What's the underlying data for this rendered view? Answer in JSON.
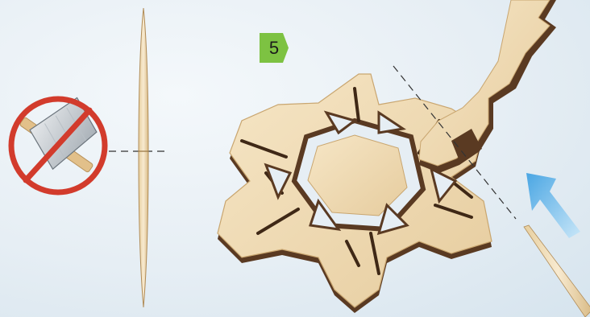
{
  "step": {
    "number": "5",
    "badge_color": "#7dc242"
  },
  "colors": {
    "background": "#e6eef4",
    "wood_light": "#f1dcb6",
    "wood_edge": "#5a3a22",
    "prohibit_red": "#d23b2c",
    "arrow_blue": "#5fb3e6"
  },
  "icons": [
    "no-knife-icon",
    "toothpick-icon",
    "snowflake-part",
    "cut-guide-lines",
    "insert-direction-arrow"
  ]
}
